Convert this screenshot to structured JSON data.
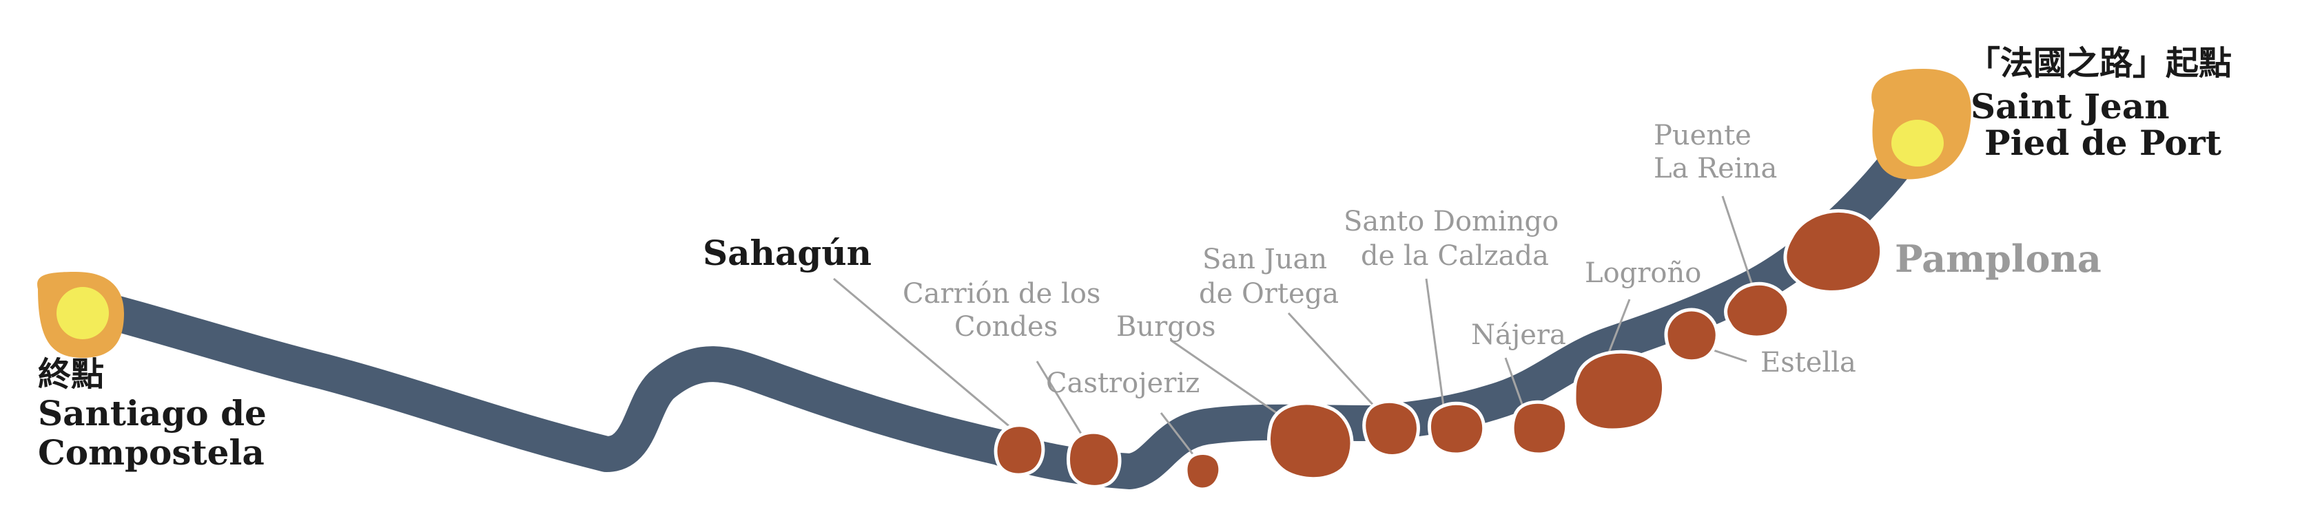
{
  "start": {
    "caption_zh": "「法國之路」起點",
    "name_line1": "Saint Jean",
    "name_line2": "Pied de Port"
  },
  "end": {
    "caption_zh": "終點",
    "name_line1": "Santiago de",
    "name_line2": "Compostela"
  },
  "stops": {
    "pamplona": "Pamplona",
    "puente_line1": "Puente",
    "puente_line2": "La Reina",
    "estella": "Estella",
    "logrono": "Logroño",
    "najera": "Nájera",
    "santo_line1": "Santo Domingo",
    "santo_line2": "de la Calzada",
    "sanjuan_line1": "San Juan",
    "sanjuan_line2": "de Ortega",
    "burgos": "Burgos",
    "castrojeriz": "Castrojeriz",
    "carrion_line1": "Carrión de los",
    "carrion_line2": "Condes",
    "sahagun": "Sahagún"
  },
  "colors": {
    "route": "#4a5c72",
    "stop_fill": "#ad4f2b",
    "endpoint_outer": "#e9a84a",
    "endpoint_inner": "#f3ec59",
    "label_grey": "#9a9a9a",
    "label_dark": "#1a1a1a"
  }
}
